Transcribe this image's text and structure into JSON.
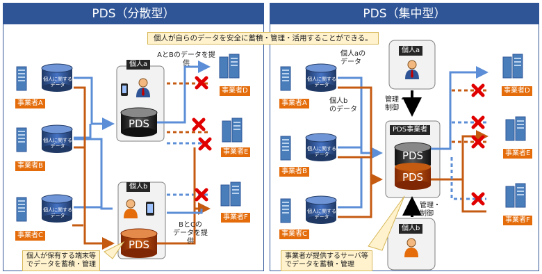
{
  "left_panel": {
    "title": "PDS（分散型）",
    "db_label": "個人に関する\nデータ",
    "businesses": [
      "事業者A",
      "事業者B",
      "事業者C"
    ],
    "targets": [
      "事業者D",
      "事業者E",
      "事業者F"
    ],
    "person_a": "個人a",
    "person_b": "個人b",
    "pds_label": "PDS",
    "note_ab": "AとBのデータを提\n供",
    "note_bc": "BとCの\nデータを提\n供",
    "callout": "個人が保有する端末等\nでデータを蓄積・管理"
  },
  "banner": "個人が自らのデータを安全に蓄積・管理・活用することができる。",
  "right_panel": {
    "title": "PDS（集中型）",
    "db_label": "個人に関する\nデータ",
    "businesses": [
      "事業者A",
      "事業者B",
      "事業者C"
    ],
    "targets": [
      "事業者D",
      "事業者E",
      "事業者F"
    ],
    "person_a": "個人a",
    "person_b": "個人b",
    "pds_business": "PDS事業者",
    "pds_label": "PDS",
    "note_a_data": "個人aの\nデータ",
    "note_b_data": "個人b\nのデータ",
    "control_top": "管理・\n制御",
    "control_bottom": "管理・\n制御",
    "callout": "事業者が提供するサーバ等\nでデータを蓄積・管理"
  },
  "colors": {
    "header": "#2f5597",
    "blue_flow": "#5b8ed6",
    "orange_flow": "#c55a11",
    "business": "#e46c0a",
    "cross": "#e00000"
  }
}
